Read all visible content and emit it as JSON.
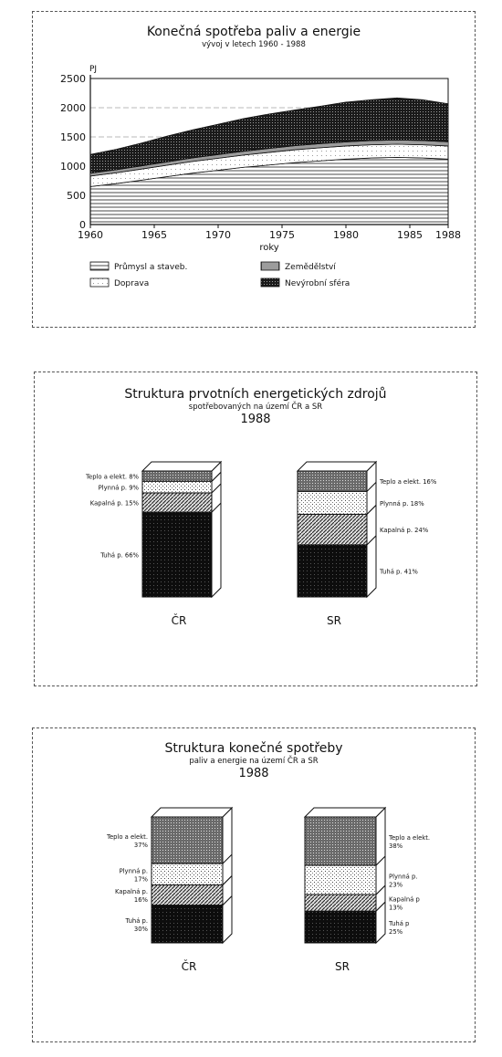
{
  "colors": {
    "ink": "#111111",
    "paper": "#ffffff"
  },
  "chart_data": [
    {
      "type": "area",
      "title": "Konečná spotřeba paliv a energie",
      "subtitle": "vývoj v letech 1960 - 1988",
      "ylabel": "PJ",
      "xlabel": "roky",
      "x": [
        1960,
        1962,
        1964,
        1966,
        1968,
        1970,
        1972,
        1974,
        1976,
        1978,
        1980,
        1982,
        1984,
        1986,
        1988
      ],
      "xticks": [
        "1960",
        "1965",
        "1970",
        "1975",
        "1980",
        "1985",
        "1988"
      ],
      "yticks": [
        "0",
        "500",
        "1000",
        "1500",
        "2000",
        "2500"
      ],
      "ylim": [
        0,
        2500
      ],
      "grid": true,
      "legend_position": "bottom",
      "series": [
        {
          "name": "Průmysl a staveb.",
          "values": [
            650,
            700,
            760,
            820,
            880,
            930,
            980,
            1020,
            1060,
            1090,
            1120,
            1140,
            1150,
            1140,
            1120
          ]
        },
        {
          "name": "Doprava",
          "values": [
            180,
            185,
            190,
            195,
            200,
            205,
            210,
            215,
            220,
            225,
            225,
            225,
            225,
            225,
            225
          ]
        },
        {
          "name": "Zemědělství",
          "values": [
            50,
            52,
            55,
            58,
            60,
            62,
            65,
            68,
            70,
            70,
            70,
            72,
            72,
            72,
            72
          ]
        },
        {
          "name": "Nevýrobní sféra",
          "values": [
            320,
            350,
            390,
            440,
            480,
            520,
            560,
            590,
            610,
            640,
            680,
            700,
            720,
            700,
            650
          ]
        }
      ]
    },
    {
      "type": "bar",
      "stacked": true,
      "title": "Struktura prvotních energetických zdrojů",
      "subtitle": "spotřebovaných na území ČR a SR",
      "year": "1988",
      "categories": [
        "ČR",
        "SR"
      ],
      "series": [
        {
          "name": "Tuhá p.",
          "values": [
            66,
            41
          ],
          "labels": [
            "Tuhá p. 66%",
            "Tuhá p. 41%"
          ]
        },
        {
          "name": "Kapalná p.",
          "values": [
            15,
            24
          ],
          "labels": [
            "Kapalná p. 15%",
            "Kapalná p. 24%"
          ]
        },
        {
          "name": "Plynná p.",
          "values": [
            9,
            18
          ],
          "labels": [
            "Plynná p. 9%",
            "Plynná p. 18%"
          ]
        },
        {
          "name": "Teplo a elekt.",
          "values": [
            8,
            16
          ],
          "labels": [
            "Teplo a elekt. 8%",
            "Teplo a elekt. 16%"
          ]
        }
      ]
    },
    {
      "type": "bar",
      "stacked": true,
      "title": "Struktura konečné spotřeby",
      "subtitle": "paliv a energie na území ČR a SR",
      "year": "1988",
      "categories": [
        "ČR",
        "SR"
      ],
      "series": [
        {
          "name": "Tuhá p.",
          "values": [
            30,
            25
          ],
          "labels": [
            [
              "Tuhá p.",
              "30%"
            ],
            [
              "Tuhá p",
              "25%"
            ]
          ]
        },
        {
          "name": "Kapalná p.",
          "values": [
            16,
            13
          ],
          "labels": [
            [
              "Kapalná p.",
              "16%"
            ],
            [
              "Kapalná p",
              "13%"
            ]
          ]
        },
        {
          "name": "Plynná p.",
          "values": [
            17,
            23
          ],
          "labels": [
            [
              "Plynná p.",
              "17%"
            ],
            [
              "Plynná p.",
              "23%"
            ]
          ]
        },
        {
          "name": "Teplo a elekt.",
          "values": [
            37,
            38
          ],
          "labels": [
            [
              "Teplo a elekt.",
              "37%"
            ],
            [
              "Teplo a elekt.",
              "38%"
            ]
          ]
        }
      ]
    }
  ]
}
